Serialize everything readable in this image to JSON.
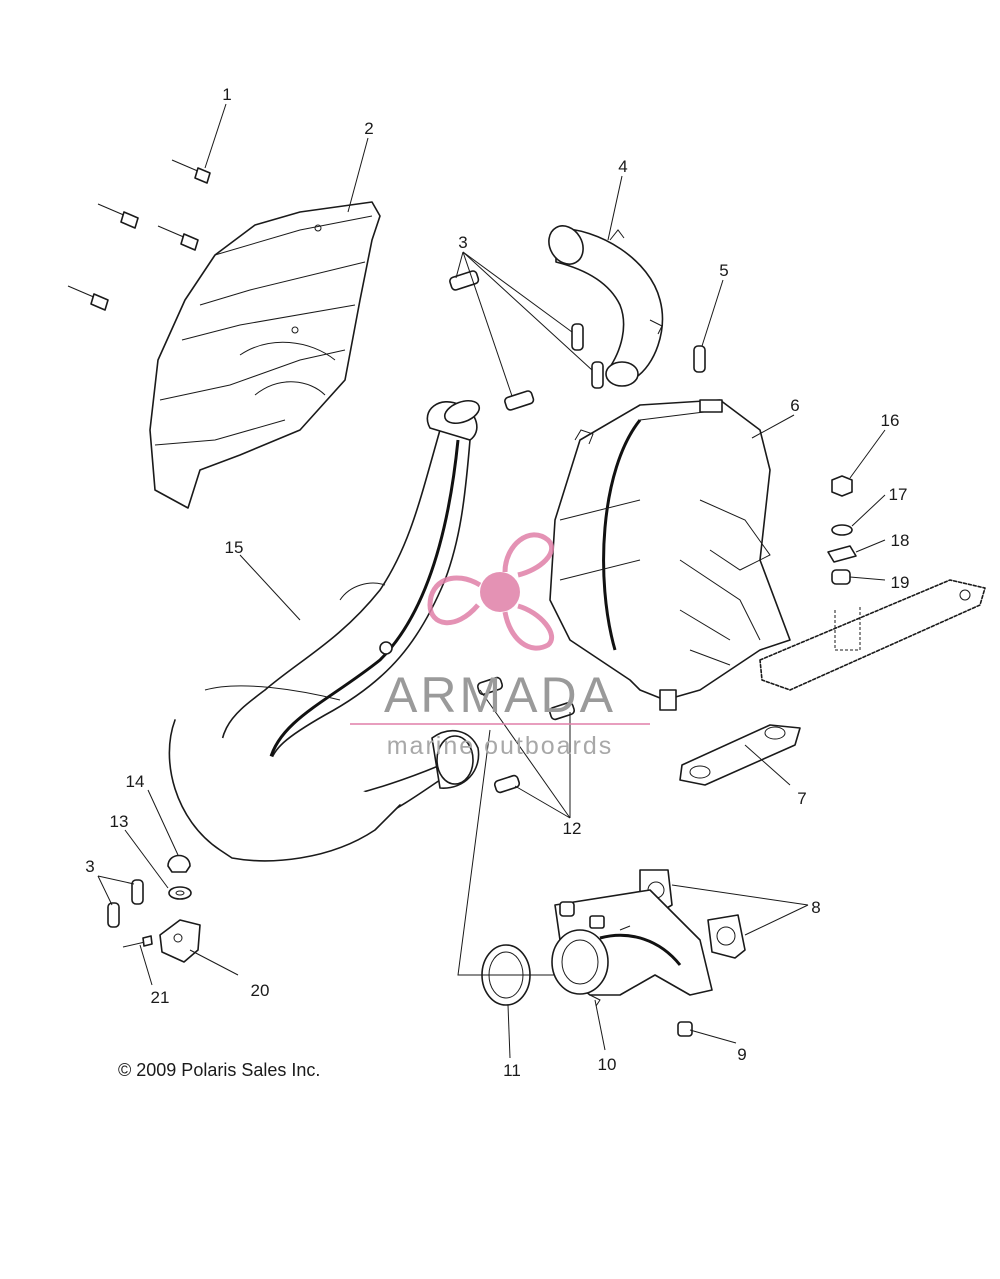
{
  "callouts": [
    {
      "id": "1",
      "label": "1"
    },
    {
      "id": "2",
      "label": "2"
    },
    {
      "id": "3a",
      "label": "3"
    },
    {
      "id": "4",
      "label": "4"
    },
    {
      "id": "5",
      "label": "5"
    },
    {
      "id": "6",
      "label": "6"
    },
    {
      "id": "7",
      "label": "7"
    },
    {
      "id": "8",
      "label": "8"
    },
    {
      "id": "9",
      "label": "9"
    },
    {
      "id": "10",
      "label": "10"
    },
    {
      "id": "11",
      "label": "11"
    },
    {
      "id": "12",
      "label": "12"
    },
    {
      "id": "13",
      "label": "13"
    },
    {
      "id": "14",
      "label": "14"
    },
    {
      "id": "15",
      "label": "15"
    },
    {
      "id": "16",
      "label": "16"
    },
    {
      "id": "17",
      "label": "17"
    },
    {
      "id": "18",
      "label": "18"
    },
    {
      "id": "19",
      "label": "19"
    },
    {
      "id": "20",
      "label": "20"
    },
    {
      "id": "21",
      "label": "21"
    },
    {
      "id": "3b",
      "label": "3"
    }
  ],
  "copyright": "© 2009 Polaris Sales Inc.",
  "watermark": {
    "title": "ARMADA",
    "subtitle": "marine outboards",
    "color": "#e07fa8"
  }
}
